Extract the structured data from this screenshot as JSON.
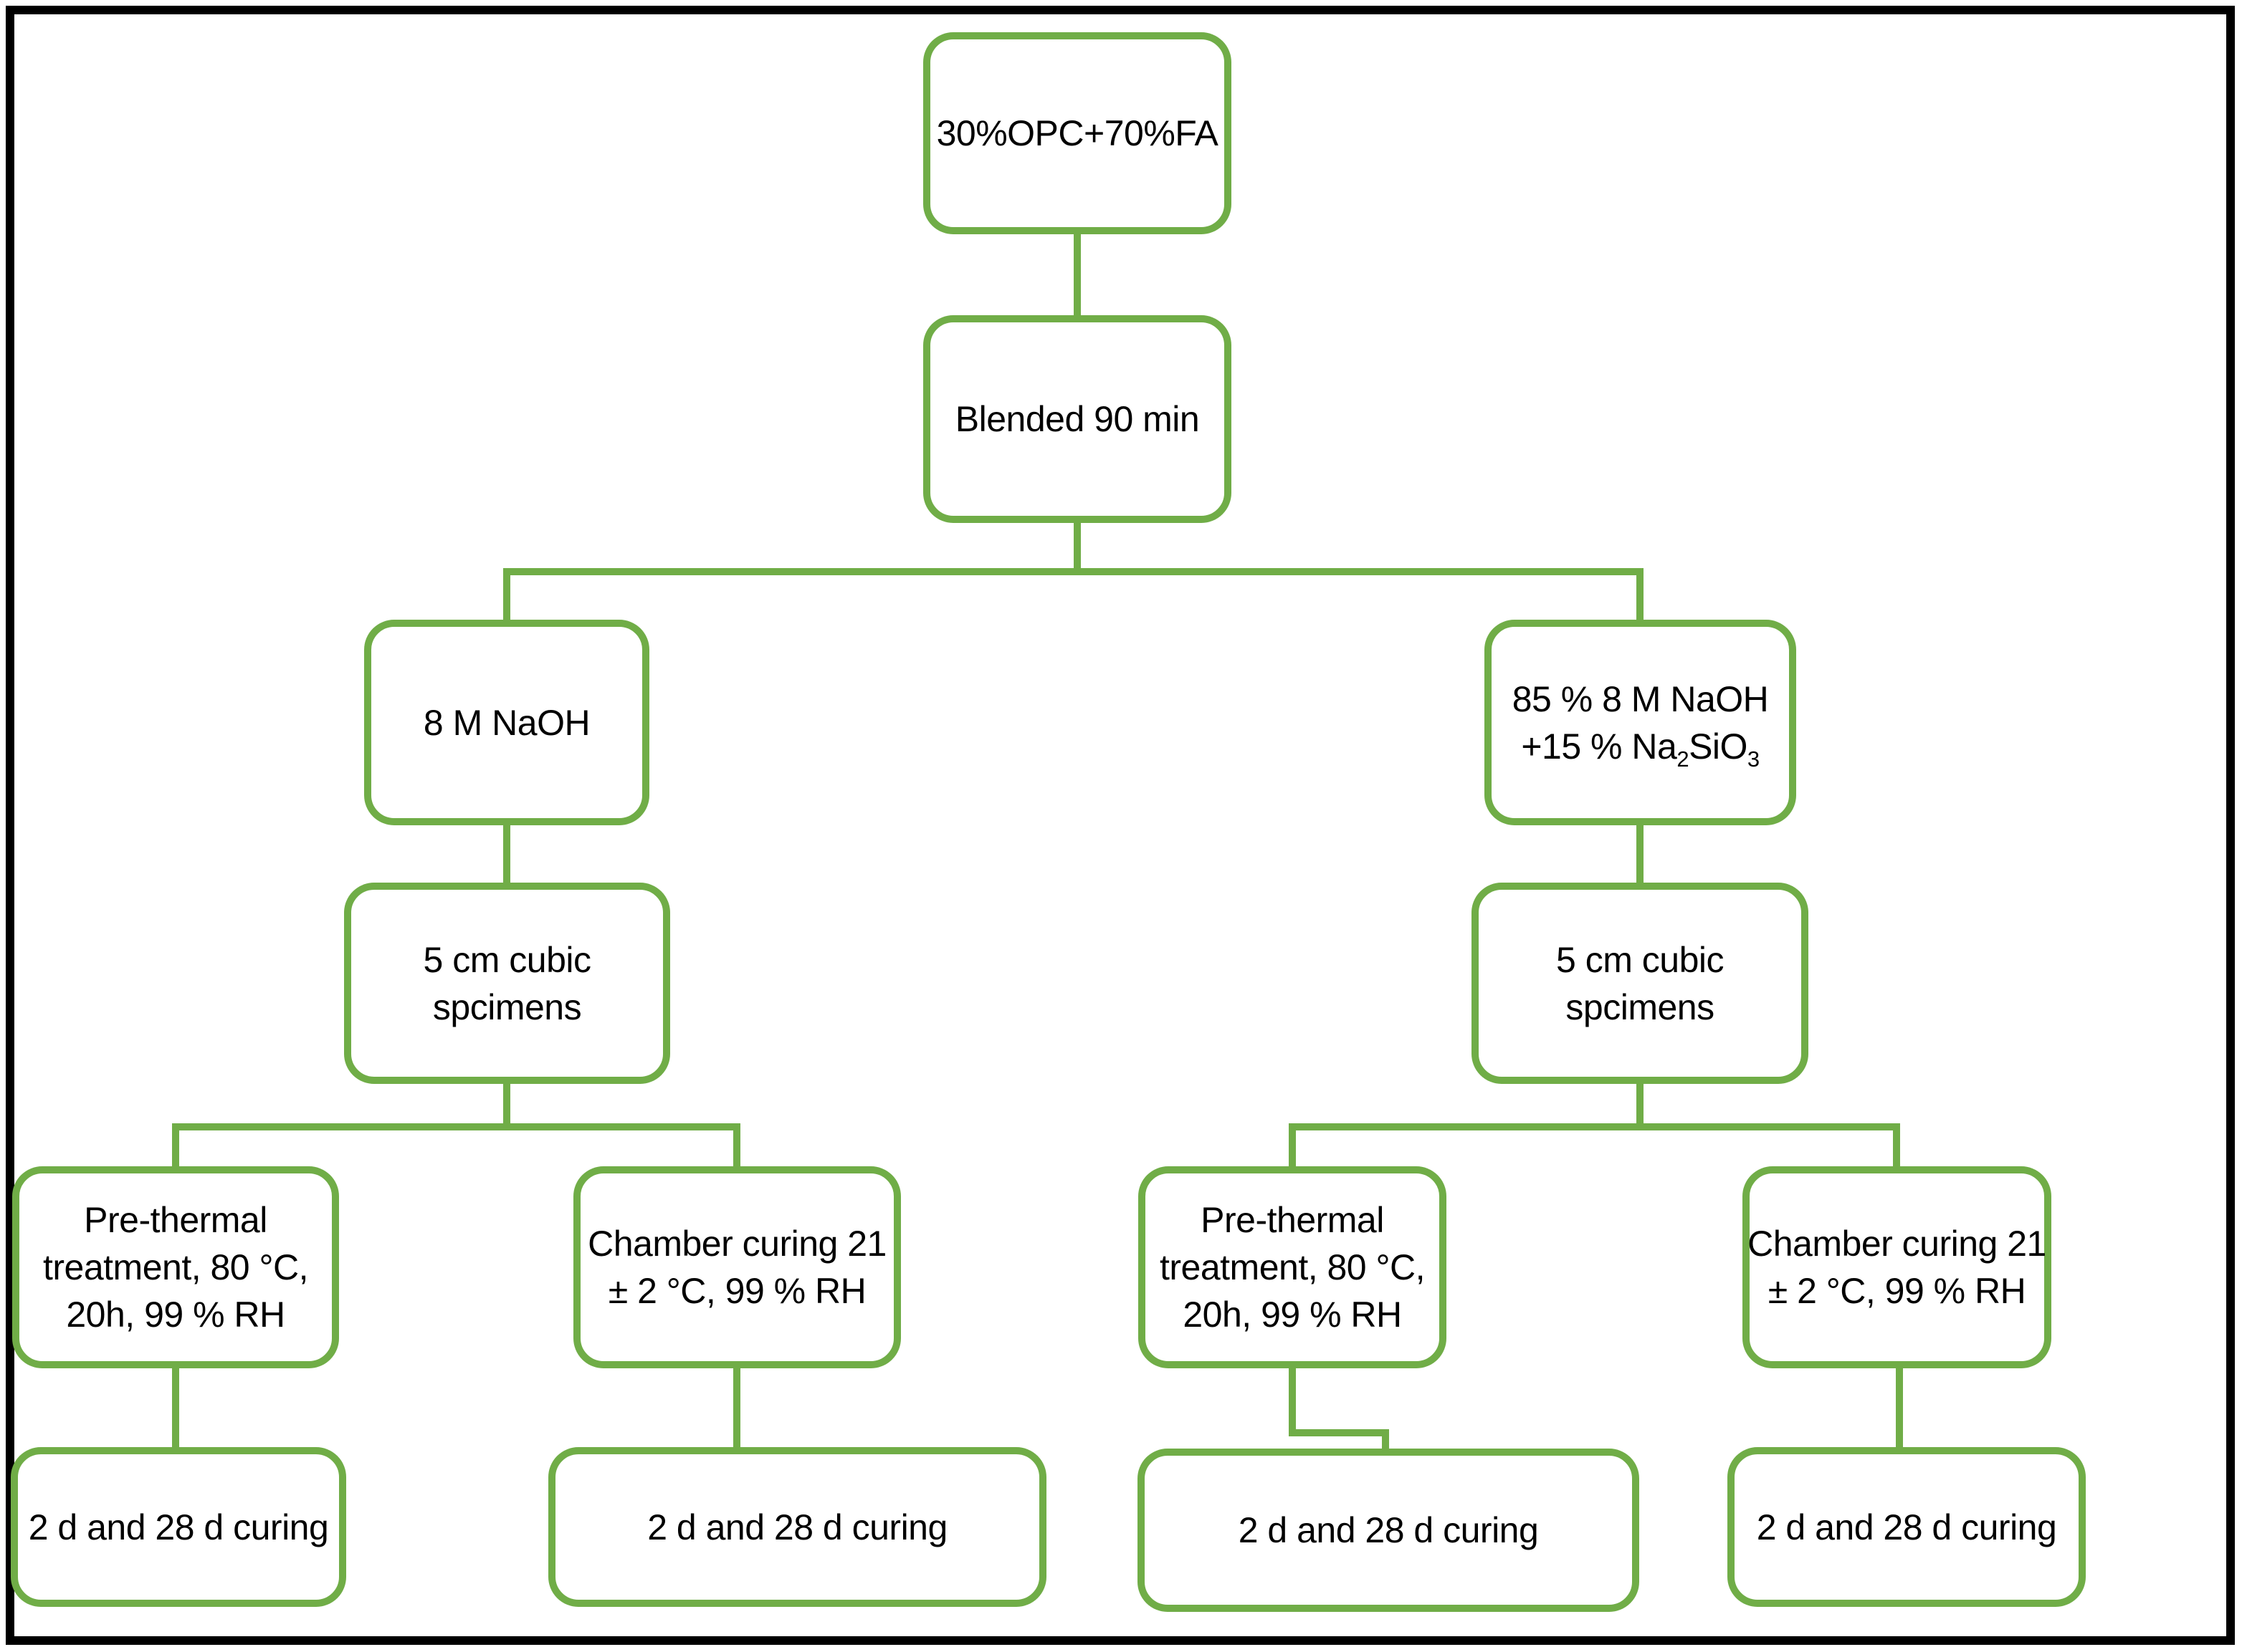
{
  "colors": {
    "accent_green": "#70AD47",
    "text": "#000000",
    "frame": "#000000",
    "background": "#FFFFFF"
  },
  "flowchart": {
    "nodes": {
      "mix": {
        "lines": [
          "30%OPC+70%FA"
        ]
      },
      "blended": {
        "lines": [
          "Blended 90 min"
        ]
      },
      "naoh": {
        "lines": [
          "8 M NaOH"
        ]
      },
      "naoh_silicate": {
        "line1": "85 % 8 M NaOH",
        "line2": {
          "prefix": "+15 % Na",
          "sub1": "2",
          "mid": "SiO",
          "sub2": "3"
        }
      },
      "specimens_left": {
        "lines": [
          "5 cm cubic",
          "spcimens"
        ]
      },
      "specimens_right": {
        "lines": [
          "5 cm cubic",
          "spcimens"
        ]
      },
      "prethermal_left": {
        "lines": [
          "Pre-thermal",
          "treatment, 80 °C,",
          "20h, 99 % RH"
        ]
      },
      "chamber_left": {
        "lines": [
          "Chamber curing 21",
          "± 2 °C, 99 % RH"
        ]
      },
      "prethermal_right": {
        "lines": [
          "Pre-thermal",
          "treatment, 80 °C,",
          "20h, 99 % RH"
        ]
      },
      "chamber_right": {
        "lines": [
          "Chamber curing 21",
          "± 2 °C, 99 % RH"
        ]
      },
      "curing_left_1": {
        "lines": [
          "2 d and 28 d curing"
        ]
      },
      "curing_left_2": {
        "lines": [
          "2 d and 28 d curing"
        ]
      },
      "curing_right_1": {
        "lines": [
          "2 d and 28 d curing"
        ]
      },
      "curing_right_2": {
        "lines": [
          "2 d and 28 d curing"
        ]
      }
    }
  }
}
